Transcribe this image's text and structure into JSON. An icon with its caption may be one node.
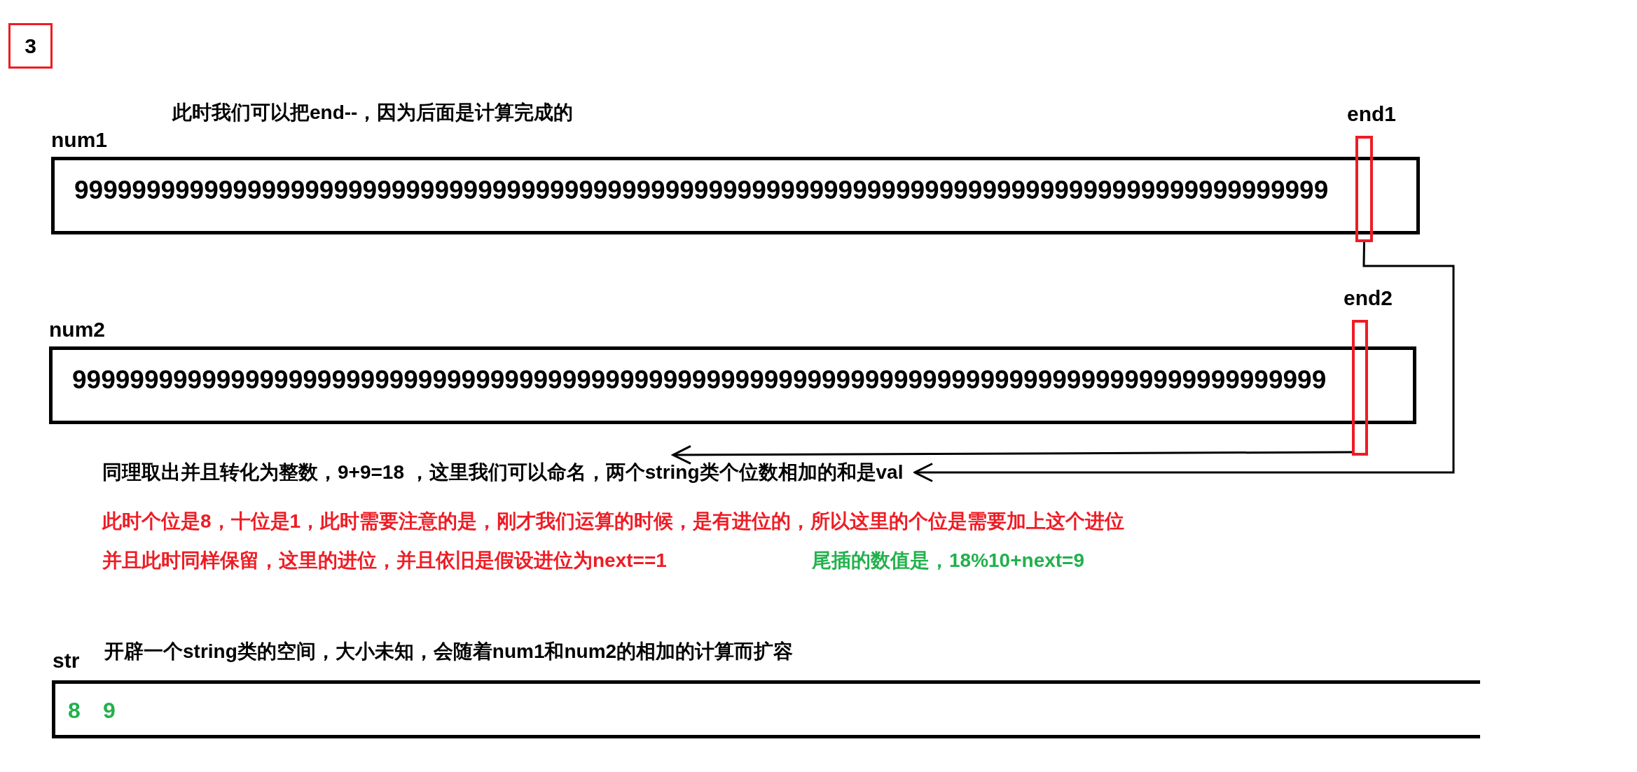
{
  "diagram": {
    "nodes": [
      {
        "text": [
          "3"
        ]
      },
      {
        "text": [
          "num1",
          "999999999999999999999999999999999999999999999999999999999999999999999999999999999999999"
        ]
      },
      {
        "text": [
          "end1"
        ]
      },
      {
        "text": [
          "num2",
          "999999999999999999999999999999999999999999999999999999999999999999999999999999999999999"
        ]
      },
      {
        "text": [
          "end2"
        ]
      },
      {
        "text": [
          "str",
          "8",
          "9"
        ]
      },
      {
        "text": [
          "同理取出并且转化为整数，9+9=18 ，这里我们可以命名，两个string类个位数相加的和是val"
        ]
      }
    ],
    "edges": [
      {
        "from": 2,
        "to": 6,
        "arrow": "to"
      },
      {
        "from": 4,
        "to": 6,
        "arrow": "to"
      }
    ],
    "labels": [
      "此时我们可以把end--，因为后面是计算完成的",
      "此时个位是8，十位是1，此时需要注意的是，刚才我们运算的时候，是有进位的，所以这里的个位是需要加上这个进位",
      "并且此时同样保留，这里的进位，并且依旧是假设进位为next==1",
      "尾插的数值是，18%10+next=9",
      "开辟一个string类的空间，大小未知，会随着num1和num2的相加的计算而扩容"
    ]
  }
}
